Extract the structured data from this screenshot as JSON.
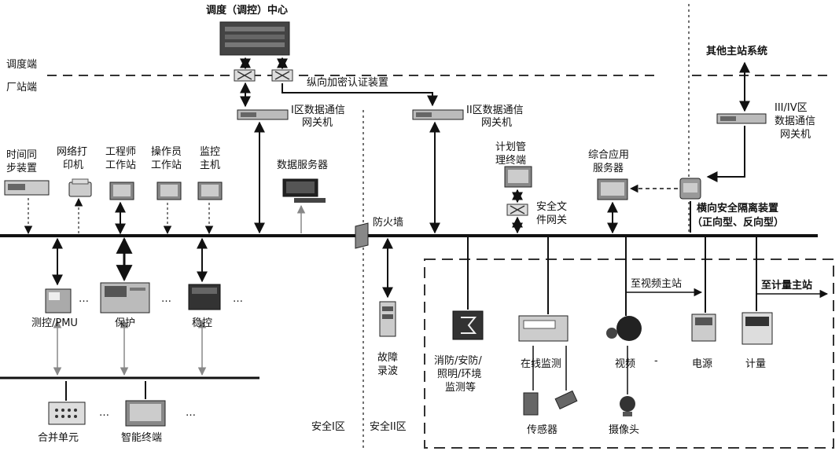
{
  "top": {
    "dispatch_center": "调度（调控）中心",
    "dispatch_side": "调度端",
    "plant_side": "厂站端",
    "vertical_encryption": "纵向加密认证装置",
    "other_master": "其他主站系统"
  },
  "gateways": {
    "zone1": [
      "I区数据通信",
      "网关机"
    ],
    "zone2": [
      "II区数据通信",
      "网关机"
    ],
    "zone34": [
      "III/IV区",
      "数据通信",
      "网关机"
    ]
  },
  "zone1_devices": {
    "time_sync": [
      "时间同",
      "步装置"
    ],
    "net_printer": [
      "网络打",
      "印机"
    ],
    "engineer_ws": [
      "工程师",
      "工作站"
    ],
    "operator_ws": [
      "操作员",
      "工作站"
    ],
    "monitor_host": [
      "监控",
      "主机"
    ],
    "data_server": "数据服务器",
    "measure_pmu": "测控/PMU",
    "protection": "保护",
    "stability": "稳控",
    "merging_unit": "合并单元",
    "smart_terminal": "智能终端",
    "ellipsis": "…"
  },
  "zone2_devices": {
    "plan_terminal": [
      "计划管",
      "理终端"
    ],
    "secure_file_gw": [
      "安全文",
      "件网关"
    ],
    "integrated_server": [
      "综合应用",
      "服务器"
    ],
    "firewall": "防火墙",
    "fault_recorder": [
      "故障",
      "录波"
    ],
    "fire_security": [
      "消防/安防/",
      "照明/环境",
      "监测等"
    ],
    "online_monitor": "在线监测",
    "sensor": "传感器",
    "video": "视频",
    "camera": "摄像头",
    "power": "电源",
    "metering": "计量",
    "to_video_master": "至视频主站",
    "to_metering_master": "至计量主站",
    "dash": "-"
  },
  "isolation": {
    "title": "横向安全隔离装置",
    "subtitle": "（正向型、反向型）"
  },
  "zones": {
    "zone1": "安全I区",
    "zone2": "安全II区"
  }
}
